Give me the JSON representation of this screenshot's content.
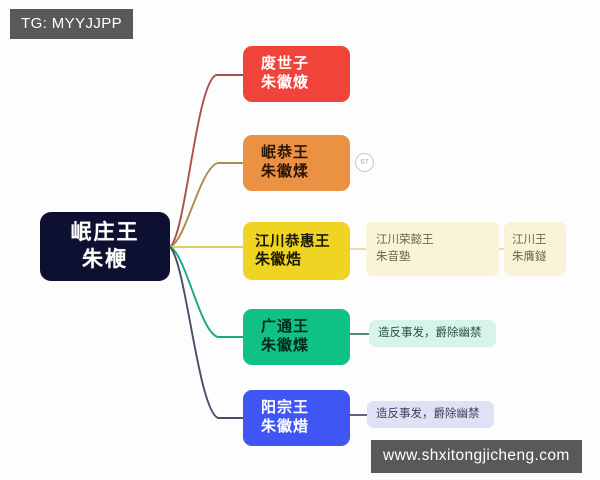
{
  "watermarks": {
    "top": "TG: MYYJJPP",
    "bottom": "www.shxitongjicheng.com"
  },
  "mindmap": {
    "root": {
      "line1": "岷庄王",
      "line2": "朱楩",
      "color": "#0d1030"
    },
    "branches": [
      {
        "id": "b1",
        "line1": "废世子",
        "line2": "朱徽焲",
        "color": "#f0443b",
        "edge_color": "#a8504e"
      },
      {
        "id": "b2",
        "line1": "岷恭王",
        "line2": "朱徽煣",
        "color": "#eb9144",
        "edge_color": "#b08a4a",
        "badge": "67"
      },
      {
        "id": "b3",
        "line1": "江川恭惠王",
        "line2": "朱徽焅",
        "color": "#f0d423",
        "edge_color": "#d8d16a"
      },
      {
        "id": "b4",
        "line1": "广通王",
        "line2": "朱徽煠",
        "color": "#0fc184",
        "edge_color": "#17a97b"
      },
      {
        "id": "b5",
        "line1": "阳宗王",
        "line2": "朱徽焟",
        "color": "#4056f4",
        "edge_color": "#4a4d66"
      }
    ],
    "leaves": [
      {
        "id": "y1",
        "line1": "江川荣懿王",
        "line2": "朱音塾",
        "color": "#faf3d9"
      },
      {
        "id": "y2",
        "line1": "江川王",
        "line2": "朱膺鐩",
        "color": "#faf3d9"
      },
      {
        "id": "g1",
        "line1": "造反事发，爵除幽禁",
        "color": "#d6f4e8"
      },
      {
        "id": "p1",
        "line1": "造反事发，爵除幽禁",
        "color": "#dfe2f5"
      }
    ]
  }
}
